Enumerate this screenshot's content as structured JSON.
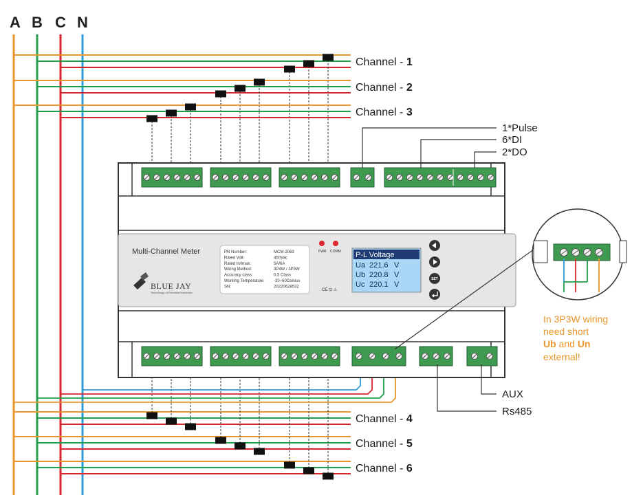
{
  "phases": [
    "A",
    "B",
    "C",
    "N"
  ],
  "colors": {
    "A": "#e8962b",
    "B": "#1f9e4a",
    "C": "#d7262d",
    "N": "#2b9bd6",
    "terminal": "#3d9a4e",
    "lcd": "#a9d7f5",
    "lcd_header": "#1f3b73"
  },
  "channels": [
    {
      "prefix": "Channel",
      "sep": " - ",
      "num": "1"
    },
    {
      "prefix": "Channel",
      "sep": " - ",
      "num": "2"
    },
    {
      "prefix": "Channel",
      "sep": " - ",
      "num": "3"
    },
    {
      "prefix": "Channel",
      "sep": " - ",
      "num": "4"
    },
    {
      "prefix": "Channel",
      "sep": " - ",
      "num": "5"
    },
    {
      "prefix": "Channel",
      "sep": " - ",
      "num": "6"
    }
  ],
  "io_labels": {
    "pulse": "1*Pulse",
    "di": "6*DI",
    "do": "2*DO",
    "aux": "AUX",
    "rs485": "Rs485"
  },
  "device": {
    "title": "Multi-Channel Meter",
    "brand": "BLUE JAY",
    "brand_tagline": "Technology of Electrical Automatic",
    "leds": [
      "PWR",
      "COMM"
    ],
    "specs": [
      {
        "k": "PN Number:",
        "v": "MCM-2063"
      },
      {
        "k": "Rated Volt:",
        "v": "450Vac"
      },
      {
        "k": "Rated In/Imax:",
        "v": "5A/6A"
      },
      {
        "k": "Wiring Method:",
        "v": "3P4W / 3P3W"
      },
      {
        "k": "Accuracy class:",
        "v": "0.5 Class"
      },
      {
        "k": "Working Temperature:",
        "v": "-20~60Celsius"
      },
      {
        "k": "SN:",
        "v": "20220628532"
      }
    ],
    "certs": "CE ⊡ ⚠",
    "lcd": {
      "header": "P-L Voltage",
      "rows": [
        {
          "name": "Ua",
          "value": "221.6",
          "unit": "V"
        },
        {
          "name": "Ub",
          "value": "220.8",
          "unit": "V"
        },
        {
          "name": "Uc",
          "value": "220.1",
          "unit": "V"
        }
      ]
    },
    "buttons": [
      "left",
      "right",
      "SET",
      "enter"
    ]
  },
  "note": {
    "line1": "In 3P3W wiring",
    "line2": "need short",
    "b1": "Ub",
    "mid": " and ",
    "b2": "Un",
    "line4": "external!"
  }
}
